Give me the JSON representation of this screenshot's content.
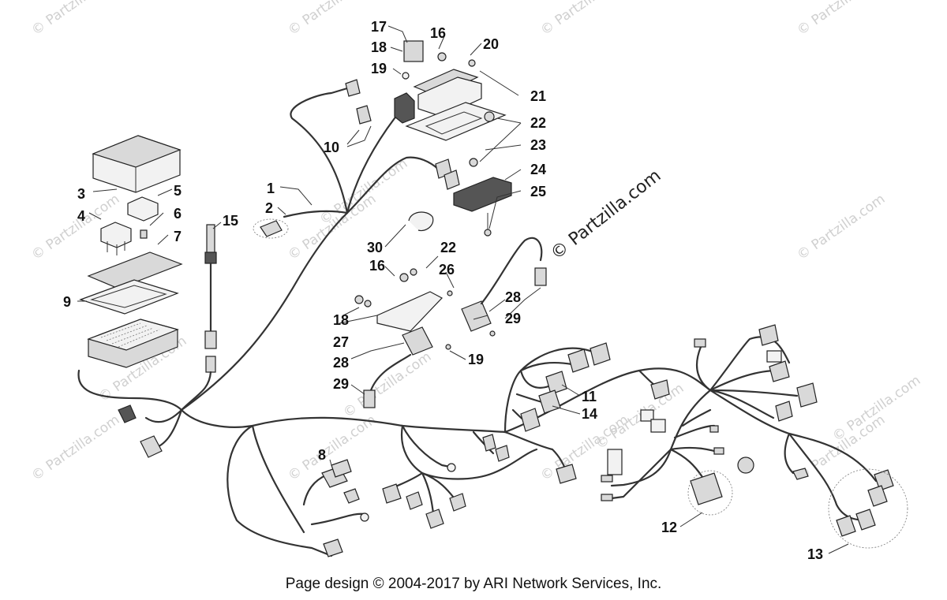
{
  "diagram": {
    "callouts": [
      "1",
      "2",
      "3",
      "4",
      "5",
      "6",
      "7",
      "8",
      "9",
      "10",
      "11",
      "12",
      "13",
      "14",
      "15",
      "16",
      "16",
      "17",
      "18",
      "18",
      "19",
      "19",
      "20",
      "21",
      "22",
      "22",
      "23",
      "24",
      "25",
      "26",
      "27",
      "28",
      "28",
      "29",
      "29",
      "30"
    ],
    "copyright_mark": "© Partzilla.com",
    "watermark": "© Partzilla.com"
  },
  "footer": "Page design © 2004-2017 by ARI Network Services, Inc."
}
